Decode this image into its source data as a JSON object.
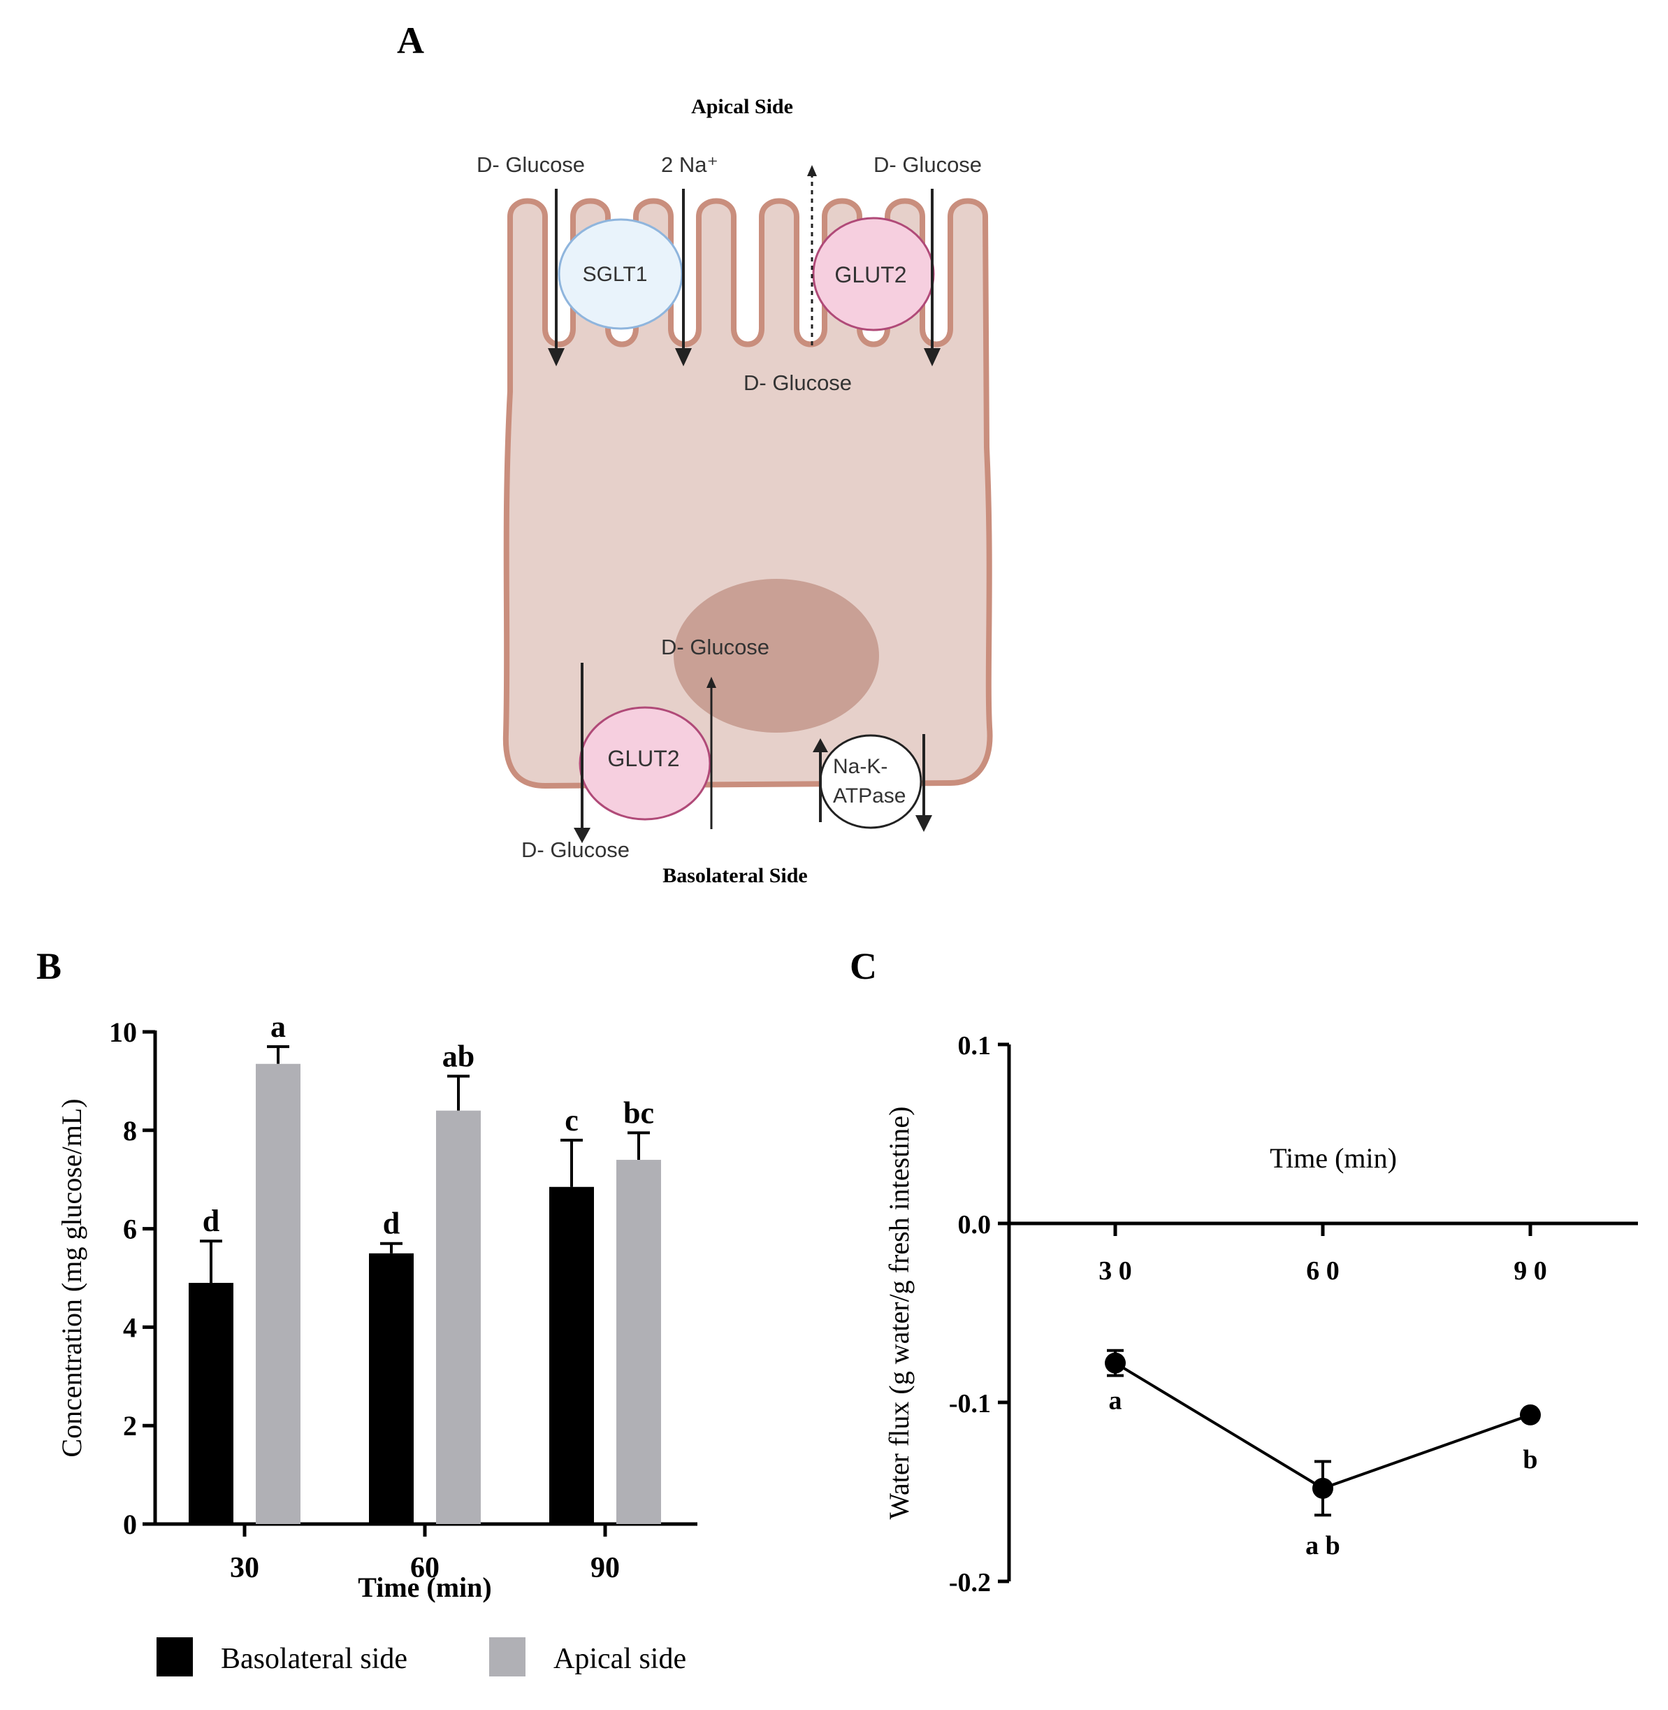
{
  "panel_a": {
    "letter": "A",
    "apical_label": "Apical Side",
    "basolateral_label": "Basolateral Side",
    "top_glucose_left": "D- Glucose",
    "top_sodium": "2 Na⁺",
    "top_glucose_right": "D- Glucose",
    "inside_glucose_upper": "D- Glucose",
    "inside_glucose_lower": "D- Glucose",
    "bottom_glucose": "D- Glucose",
    "sglt1": "SGLT1",
    "glut2_apical": "GLUT2",
    "glut2_basolateral": "GLUT2",
    "atpase_line1": "Na-K-",
    "atpase_line2": "ATPase",
    "colors": {
      "cell_fill": "#e6d0ca",
      "cell_border": "#c98e7d",
      "nucleus": "#c9a095",
      "sglt1_fill": "#e9f3fb",
      "sglt1_border": "#8fb5dd",
      "glut2_fill": "#f6cfdf",
      "glut2_border": "#b04a78"
    }
  },
  "panel_b": {
    "letter": "B",
    "legend": {
      "basolateral": "Basolateral side",
      "apical": "Apical side"
    },
    "chart_data": {
      "type": "bar",
      "categories": [
        "30",
        "60",
        "90"
      ],
      "xlabel": "Time (min)",
      "ylabel": "Concentration (mg glucose/mL)",
      "ylim": [
        0,
        10
      ],
      "yticks": [
        "0",
        "2",
        "4",
        "6",
        "8",
        "10"
      ],
      "series": [
        {
          "name": "Basolateral side",
          "color": "#000000",
          "values": [
            4.9,
            5.5,
            6.85
          ],
          "errors": [
            0.85,
            0.2,
            0.95
          ],
          "labels": [
            "d",
            "d",
            "c"
          ]
        },
        {
          "name": "Apical side",
          "color": "#b0b0b5",
          "values": [
            9.35,
            8.4,
            7.4
          ],
          "errors": [
            0.35,
            0.7,
            0.55
          ],
          "labels": [
            "a",
            "ab",
            "bc"
          ]
        }
      ]
    }
  },
  "panel_c": {
    "letter": "C",
    "chart_data": {
      "type": "line",
      "x": [
        30,
        60,
        90
      ],
      "xticks": [
        "3 0",
        "6 0",
        "9 0"
      ],
      "y": [
        -0.078,
        -0.148,
        -0.107
      ],
      "errors": [
        0.007,
        0.015,
        0.0
      ],
      "point_labels": [
        "a",
        "a b",
        "b"
      ],
      "xlabel": "Time (min)",
      "ylabel": "Water flux (g water/g fresh intestine)",
      "ylim": [
        -0.2,
        0.1
      ],
      "yticks": [
        "0.1",
        "0.0",
        "-0.1",
        "-0.2"
      ]
    }
  }
}
